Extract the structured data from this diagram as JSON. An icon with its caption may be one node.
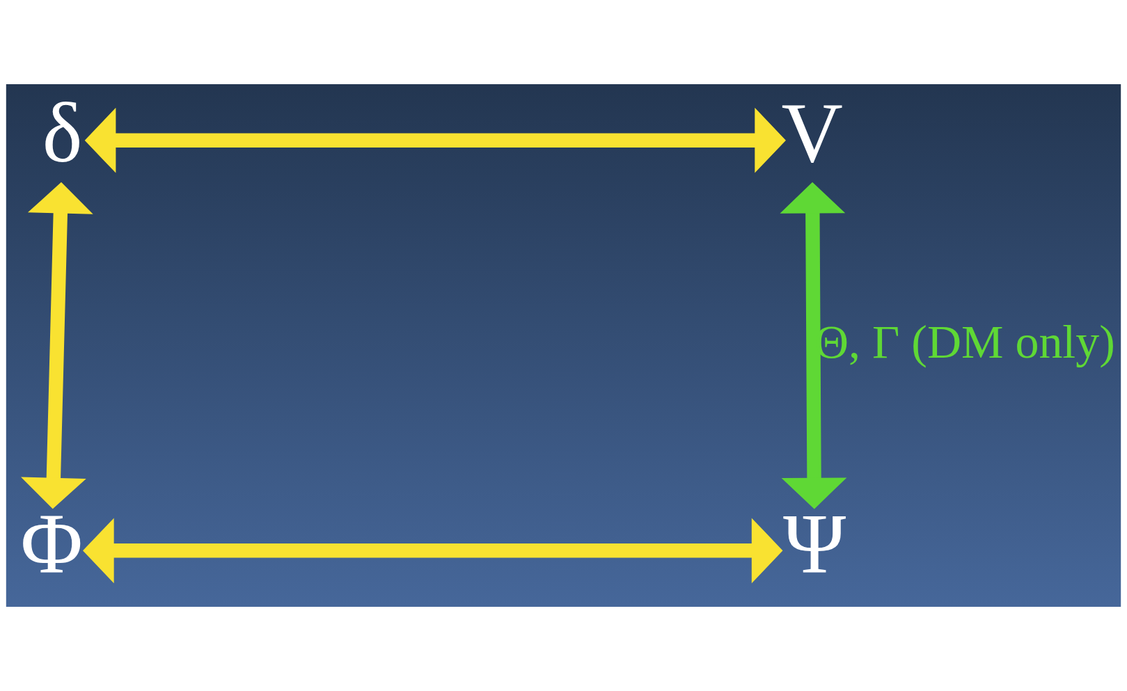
{
  "diagram": {
    "nodes": [
      {
        "text": [
          "δ"
        ]
      },
      {
        "text": [
          "V"
        ]
      },
      {
        "text": [
          "Φ"
        ]
      },
      {
        "text": [
          "Ψ"
        ]
      }
    ],
    "edges": [
      {
        "from": 0,
        "to": 1,
        "arrow": "both"
      },
      {
        "from": 0,
        "to": 2,
        "arrow": "both"
      },
      {
        "from": 1,
        "to": 3,
        "arrow": "both",
        "label": "Θ, Γ (DM only)",
        "color": "#5fd835"
      },
      {
        "from": 2,
        "to": 3,
        "arrow": "both"
      }
    ]
  }
}
